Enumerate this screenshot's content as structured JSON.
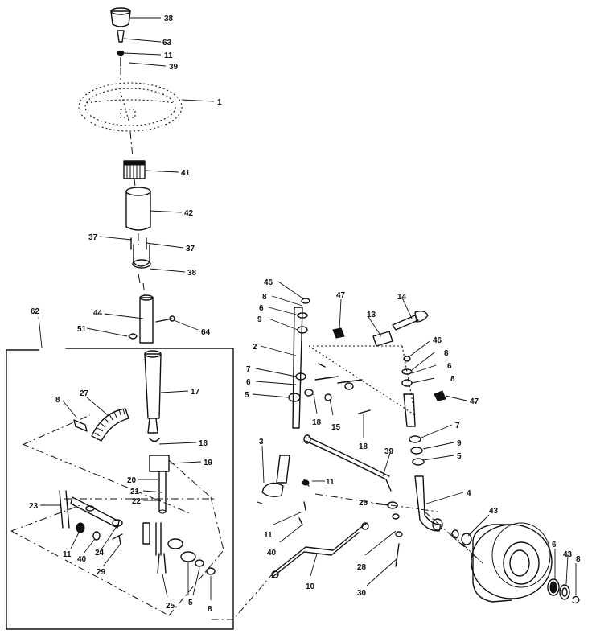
{
  "part_labels": {
    "p38a": "38",
    "p63": "63",
    "p11a": "11",
    "p39": "39",
    "p1": "1",
    "p41": "41",
    "p42": "42",
    "p37a": "37",
    "p37b": "37",
    "p38b": "38",
    "p62": "62",
    "p44": "44",
    "p51": "51",
    "p64": "64",
    "p8a": "8",
    "p27": "27",
    "p17": "17",
    "p18a": "18",
    "p19": "19",
    "p20": "20",
    "p21": "21",
    "p22": "22",
    "p23": "23",
    "p11b": "11",
    "p40a": "40",
    "p24": "24",
    "p29": "29",
    "p25": "25",
    "p5a": "5",
    "p8b": "8",
    "p46a": "46",
    "p8c": "8",
    "p6a": "6",
    "p9a": "9",
    "p2": "2",
    "p7a": "7",
    "p6b": "6",
    "p5b": "5",
    "p47a": "47",
    "p13": "13",
    "p14": "14",
    "p18b": "18",
    "p15": "15",
    "p18c": "18",
    "p3": "3",
    "p11c": "11",
    "p11d": "11",
    "p40b": "40",
    "p10": "10",
    "p39b": "39",
    "p26": "26",
    "p28": "28",
    "p30": "30",
    "p46b": "46",
    "p8d": "8",
    "p6c": "6",
    "p8e": "8",
    "p47b": "47",
    "p7b": "7",
    "p9b": "9",
    "p5c": "5",
    "p4": "4",
    "p43a": "43",
    "p6d": "6",
    "p43b": "43",
    "p8f": "8"
  }
}
